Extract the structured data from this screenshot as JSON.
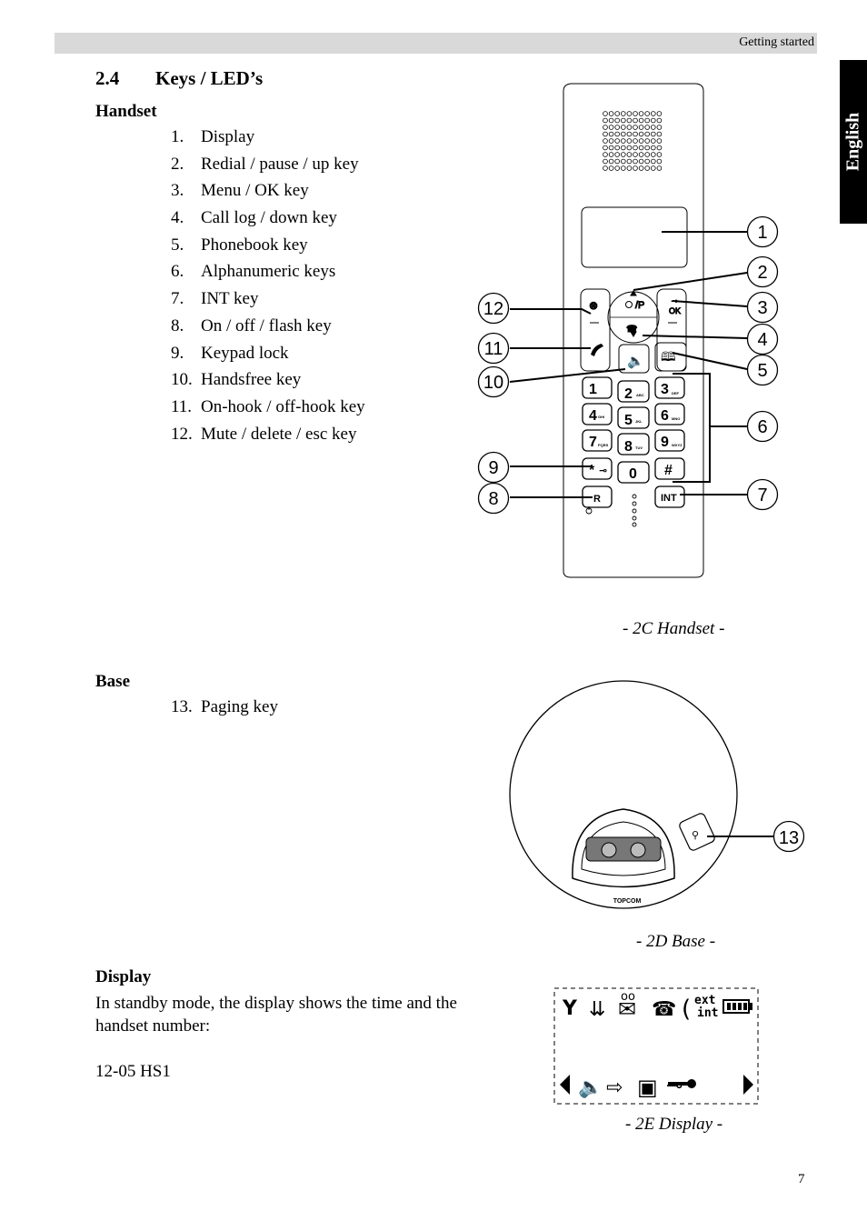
{
  "header": {
    "section": "Getting started"
  },
  "language_tab": "English",
  "section": {
    "number": "2.4",
    "title": "Keys / LED’s"
  },
  "handset": {
    "heading": "Handset",
    "items": [
      {
        "n": "1.",
        "label": "Display"
      },
      {
        "n": "2.",
        "label": "Redial / pause / up key"
      },
      {
        "n": "3.",
        "label": "Menu / OK key"
      },
      {
        "n": "4.",
        "label": "Call log / down key"
      },
      {
        "n": "5.",
        "label": "Phonebook key"
      },
      {
        "n": "6.",
        "label": "Alphanumeric keys"
      },
      {
        "n": "7.",
        "label": "INT key"
      },
      {
        "n": "8.",
        "label": "On / off / flash key"
      },
      {
        "n": "9.",
        "label": "Keypad lock"
      },
      {
        "n": "10.",
        "label": "Handsfree key"
      },
      {
        "n": "11.",
        "label": "On-hook / off-hook key"
      },
      {
        "n": "12.",
        "label": "Mute / delete / esc key"
      }
    ],
    "caption": "- 2C Handset -",
    "callouts": [
      "1",
      "2",
      "3",
      "4",
      "5",
      "6",
      "7",
      "8",
      "9",
      "10",
      "11",
      "12"
    ],
    "keys": {
      "k1": "1",
      "k2": "2",
      "k3": "3",
      "k4": "4",
      "k5": "5",
      "k6": "6",
      "k7": "7",
      "k8": "8",
      "k9": "9",
      "k0": "0",
      "star": "*",
      "hash": "#",
      "r": "R",
      "int": "INT",
      "ok": "OK",
      "redial": "/P",
      "sub2": "ABC",
      "sub3": "DEF",
      "sub4": "GHI",
      "sub5": "JKL",
      "sub6": "MNO",
      "sub7": "PQRS",
      "sub8": "TUV",
      "sub9": "WXYZ"
    }
  },
  "base": {
    "heading": "Base",
    "items": [
      {
        "n": "13.",
        "label": "Paging key"
      }
    ],
    "caption": "- 2D Base -",
    "brand": "TOPCOM",
    "callout": "13"
  },
  "display": {
    "heading": "Display",
    "line1": "In standby mode, the display shows the time and the",
    "line2": "handset number:",
    "example": "12-05 HS1",
    "caption": "- 2E Display -",
    "ext_label": "ext",
    "int_label": "int"
  },
  "page_number": "7"
}
